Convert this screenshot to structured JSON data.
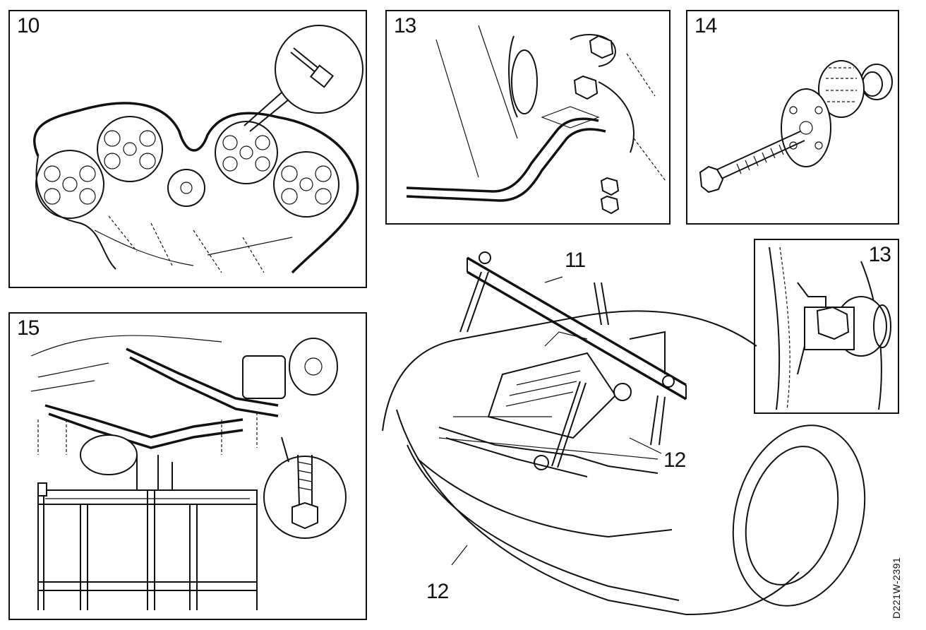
{
  "panels": [
    {
      "id": "p10",
      "label": "10"
    },
    {
      "id": "p13a",
      "label": "13"
    },
    {
      "id": "p14",
      "label": "14"
    },
    {
      "id": "p13b",
      "label": "13"
    },
    {
      "id": "p15",
      "label": "15"
    }
  ],
  "callouts": {
    "c11": "11",
    "c12a": "12",
    "c12b": "12"
  },
  "document_id": "D221W-2391"
}
